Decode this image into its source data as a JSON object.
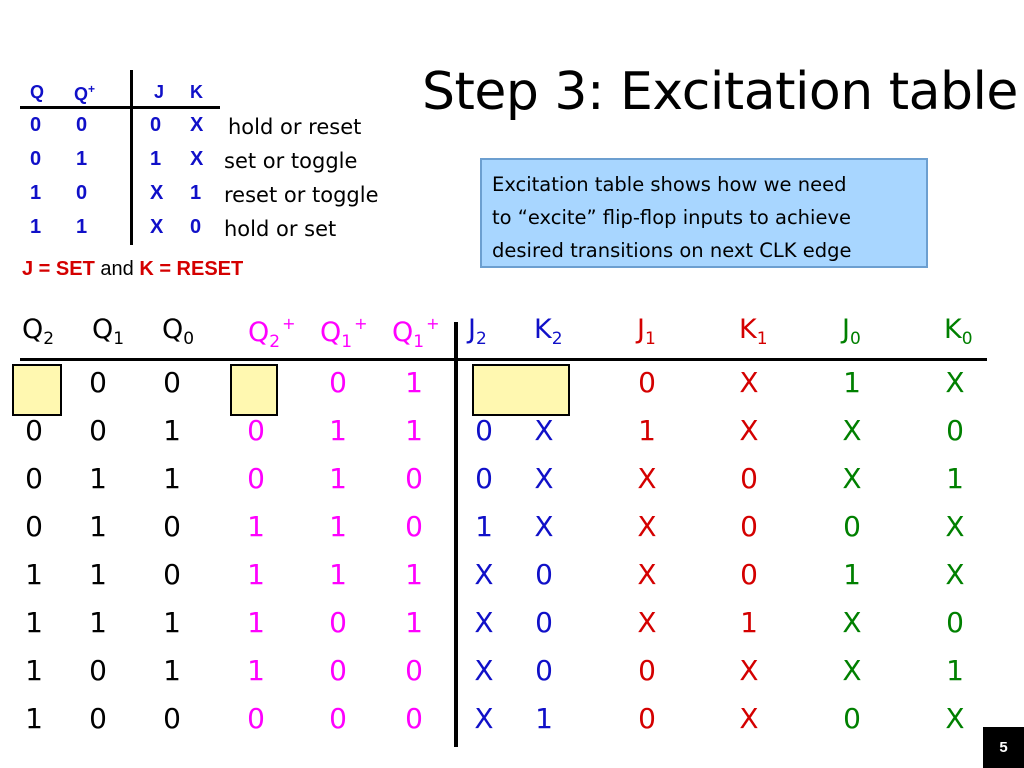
{
  "title": "Step 3: Excitation table",
  "jk_table": {
    "headers": [
      "Q",
      "Q",
      "J",
      "K"
    ],
    "q_plus_sup": "+",
    "rows": [
      {
        "q": "0",
        "qp": "0",
        "j": "0",
        "k": "X",
        "desc": "hold or reset"
      },
      {
        "q": "0",
        "qp": "1",
        "j": "1",
        "k": "X",
        "desc": "set or toggle"
      },
      {
        "q": "1",
        "qp": "0",
        "j": "X",
        "k": "1",
        "desc": "reset or toggle"
      },
      {
        "q": "1",
        "qp": "1",
        "j": "X",
        "k": "0",
        "desc": "hold or set"
      }
    ],
    "note": {
      "j": "J = SET",
      "and": "and",
      "k": "K = RESET"
    }
  },
  "note_box": {
    "lines": [
      "Excitation table shows how we need",
      "to “excite” flip-flop inputs to achieve",
      "desired transitions on next CLK edge"
    ]
  },
  "main_table": {
    "headers": [
      {
        "base": "Q",
        "sub": "2",
        "sup": ""
      },
      {
        "base": "Q",
        "sub": "1",
        "sup": ""
      },
      {
        "base": "Q",
        "sub": "0",
        "sup": ""
      },
      {
        "base": "Q",
        "sub": "2",
        "sup": "+"
      },
      {
        "base": "Q",
        "sub": "1",
        "sup": "+"
      },
      {
        "base": "Q",
        "sub": "1",
        "sup": "+"
      },
      {
        "base": "J",
        "sub": "2",
        "sup": ""
      },
      {
        "base": "K",
        "sub": "2",
        "sup": ""
      },
      {
        "base": "J",
        "sub": "1",
        "sup": ""
      },
      {
        "base": "K",
        "sub": "1",
        "sup": ""
      },
      {
        "base": "J",
        "sub": "0",
        "sup": ""
      },
      {
        "base": "K",
        "sub": "0",
        "sup": ""
      }
    ],
    "rows": [
      [
        "",
        "0",
        "0",
        "",
        "0",
        "1",
        "",
        "",
        "0",
        "X",
        "1",
        "X"
      ],
      [
        "0",
        "0",
        "1",
        "0",
        "1",
        "1",
        "0",
        "X",
        "1",
        "X",
        "X",
        "0"
      ],
      [
        "0",
        "1",
        "1",
        "0",
        "1",
        "0",
        "0",
        "X",
        "X",
        "0",
        "X",
        "1"
      ],
      [
        "0",
        "1",
        "0",
        "1",
        "1",
        "0",
        "1",
        "X",
        "X",
        "0",
        "0",
        "X"
      ],
      [
        "1",
        "1",
        "0",
        "1",
        "1",
        "1",
        "X",
        "0",
        "X",
        "0",
        "1",
        "X"
      ],
      [
        "1",
        "1",
        "1",
        "1",
        "0",
        "1",
        "X",
        "0",
        "X",
        "1",
        "X",
        "0"
      ],
      [
        "1",
        "0",
        "1",
        "1",
        "0",
        "0",
        "X",
        "0",
        "0",
        "X",
        "X",
        "1"
      ],
      [
        "1",
        "0",
        "0",
        "0",
        "0",
        "0",
        "X",
        "1",
        "0",
        "X",
        "0",
        "X"
      ]
    ]
  },
  "colors": {
    "q_state": "#000000",
    "next_state": "#ff00ff",
    "jk2": "#1010c8",
    "jk1": "#d40000",
    "jk0": "#008000",
    "highlight_fill": "#fff8b0",
    "note_box_fill": "#a8d6ff"
  },
  "page_number": "5"
}
